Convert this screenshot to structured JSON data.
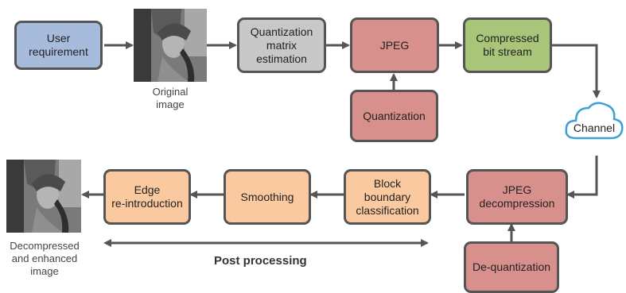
{
  "nodes": {
    "user_requirement": "User\nrequirement",
    "quantization_matrix_estimation": "Quantization\nmatrix\nestimation",
    "jpeg": "JPEG",
    "compressed_bit_stream": "Compressed\nbit stream",
    "quantization": "Quantization",
    "channel": "Channel",
    "jpeg_decompression": "JPEG\ndecompression",
    "de_quantization": "De-quantization",
    "block_boundary_classification": "Block\nboundary\nclassification",
    "smoothing": "Smoothing",
    "edge_reintroduction": "Edge\nre-introduction"
  },
  "captions": {
    "original_image": "Original\nimage",
    "decompressed_image": "Decompressed\nand enhanced\nimage"
  },
  "post_processing_label": "Post processing",
  "colors": {
    "blue": "#a7bcdc",
    "gray": "#c8c8c8",
    "red": "#d8908c",
    "green": "#a8c57a",
    "orange": "#fbc9a0",
    "channel_outline": "#3fa0d6",
    "arrow": "#555555"
  },
  "icons": {
    "channel": "cloud-icon",
    "original_image": "photo-thumbnail",
    "decompressed_image": "photo-thumbnail"
  }
}
